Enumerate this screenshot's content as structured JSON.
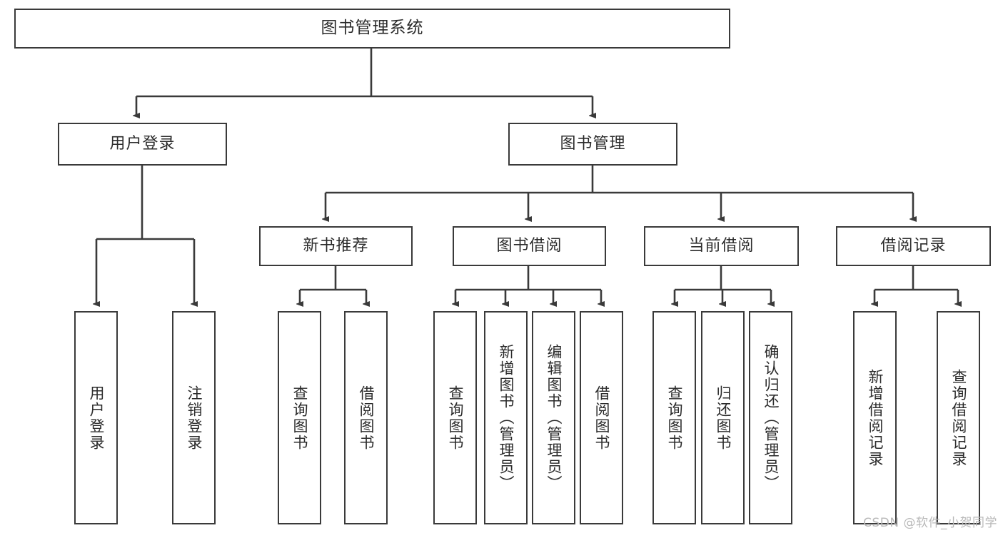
{
  "diagram": {
    "title": "图书管理系统",
    "type": "tree-hierarchy-chart",
    "root": {
      "label": "图书管理系统"
    },
    "level2": [
      {
        "label": "用户登录"
      },
      {
        "label": "图书管理"
      }
    ],
    "level3": [
      {
        "label": "新书推荐"
      },
      {
        "label": "图书借阅"
      },
      {
        "label": "当前借阅"
      },
      {
        "label": "借阅记录"
      }
    ],
    "leaves": [
      {
        "label": "用户登录"
      },
      {
        "label": "注销登录"
      },
      {
        "label": "查询图书"
      },
      {
        "label": "借阅图书"
      },
      {
        "label": "查询图书"
      },
      {
        "label": "新增图书（管理员）"
      },
      {
        "label": "编辑图书（管理员）"
      },
      {
        "label": "借阅图书"
      },
      {
        "label": "查询图书"
      },
      {
        "label": "归还图书"
      },
      {
        "label": "确认归还（管理员）"
      },
      {
        "label": "新增借阅记录"
      },
      {
        "label": "查询借阅记录"
      }
    ],
    "watermark": "CSDN @软件_小贺同学",
    "colors": {
      "stroke": "#3a3a3a",
      "text": "#2b2b2b",
      "background": "#ffffff",
      "watermark": "#b9b9b9"
    }
  }
}
